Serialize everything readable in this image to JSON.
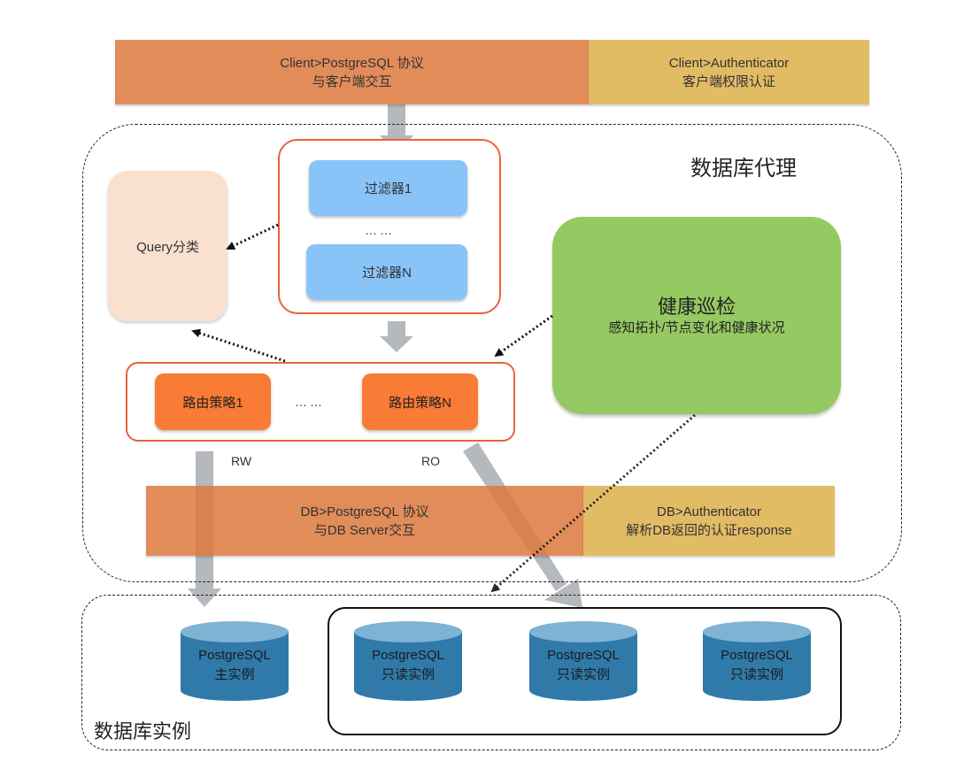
{
  "client_layer": {
    "protocol": {
      "line1": "Client>PostgreSQL 协议",
      "line2": "与客户端交互"
    },
    "auth": {
      "line1": "Client>Authenticator",
      "line2": "客户端权限认证"
    }
  },
  "proxy": {
    "title": "数据库代理",
    "query_classify": "Query分类",
    "filters": {
      "first": "过滤器1",
      "ellipsis": "……",
      "last": "过滤器N"
    },
    "routes": {
      "first": "路由策略1",
      "ellipsis": "……",
      "last": "路由策略N"
    },
    "health": {
      "title": "健康巡检",
      "subtitle": "感知拓扑/节点变化和健康状况"
    },
    "rw_label": "RW",
    "ro_label": "RO",
    "db_protocol": {
      "line1": "DB>PostgreSQL 协议",
      "line2": "与DB Server交互"
    },
    "db_auth": {
      "line1": "DB>Authenticator",
      "line2": "解析DB返回的认证response"
    }
  },
  "instances": {
    "title": "数据库实例",
    "primary": {
      "line1": "PostgreSQL",
      "line2": "主实例"
    },
    "replicas": [
      {
        "line1": "PostgreSQL",
        "line2": "只读实例"
      },
      {
        "line1": "PostgreSQL",
        "line2": "只读实例"
      },
      {
        "line1": "PostgreSQL",
        "line2": "只读实例"
      }
    ]
  },
  "colors": {
    "protocol_bar": "#dd783d",
    "auth_bar": "#deb250",
    "filter": "#89c4f8",
    "route": "#f97b35",
    "query": "#f9e0cf",
    "health": "#95c962",
    "db_cylinder": "#2f7aa8",
    "flow_arrow": "#b5b8bd",
    "panel_border": "#e8633f"
  }
}
